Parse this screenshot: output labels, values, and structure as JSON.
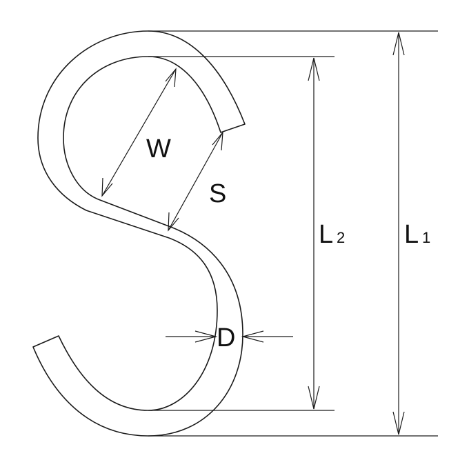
{
  "labels": {
    "width": "W",
    "slot": "S",
    "wire_diameter": "D",
    "length_inner_main": "L",
    "length_inner_sub": "2",
    "length_outer_main": "L",
    "length_outer_sub": "1"
  },
  "colors": {
    "stroke": "#1a1a1a",
    "text": "#111111",
    "background": "#ffffff"
  }
}
